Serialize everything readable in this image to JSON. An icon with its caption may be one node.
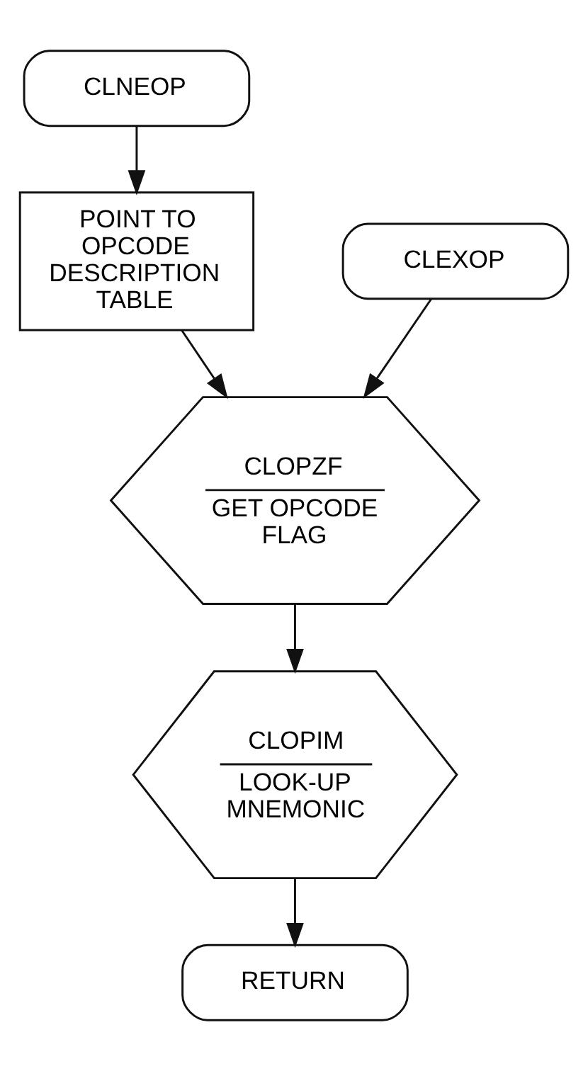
{
  "diagram": {
    "nodes": [
      {
        "text": [
          "CLNEOP"
        ]
      },
      {
        "text": [
          "POINT TO OPCODE DESCRIPTION TABLE"
        ]
      },
      {
        "text": [
          "CLEXOP"
        ]
      },
      {
        "text": [
          "CLOPZF",
          "GET OPCODE FLAG"
        ]
      },
      {
        "text": [
          "CLOPIM",
          "LOOK-UP MNEMONIC"
        ]
      },
      {
        "text": [
          "RETURN"
        ]
      }
    ],
    "edges": [
      {
        "from": 0,
        "to": 1,
        "arrow": "to"
      },
      {
        "from": 1,
        "to": 3,
        "arrow": "to"
      },
      {
        "from": 2,
        "to": 3,
        "arrow": "to"
      },
      {
        "from": 3,
        "to": 4,
        "arrow": "to"
      },
      {
        "from": 4,
        "to": 5,
        "arrow": "to"
      }
    ]
  }
}
